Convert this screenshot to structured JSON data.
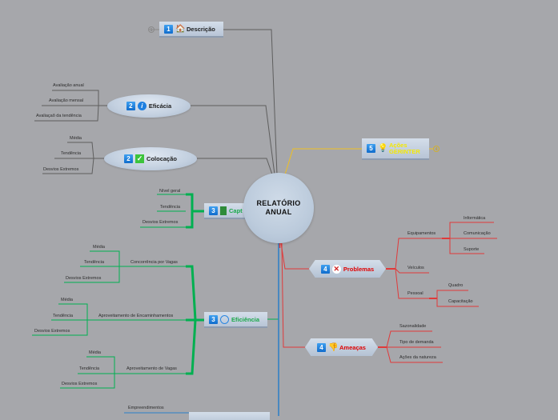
{
  "center": {
    "line1": "RELATÓRIO",
    "line2": "ANUAL"
  },
  "branches": {
    "descricao": {
      "num": "1",
      "icon": "home-icon",
      "label": "Descrição",
      "collapsed_count": "1"
    },
    "eficacia": {
      "num": "2",
      "icon": "info-icon",
      "label": "Eficácia",
      "children": [
        "Avaliação anual",
        "Avaliação mensal",
        "Avaliaçaõ da tendência"
      ]
    },
    "colocacao": {
      "num": "2",
      "icon": "check-icon",
      "label": "Colocação",
      "children": [
        "Média",
        "Tendência",
        "Desvios Extremos"
      ]
    },
    "captacao": {
      "num": "3",
      "icon": "book-icon",
      "label": "Capt",
      "children": [
        "Nível geral",
        "Tendência",
        "Desvios Extremos"
      ]
    },
    "eficiencia": {
      "num": "3",
      "icon": "circle-icon",
      "label": "Eficiência",
      "groups": [
        {
          "label": "Concorrência por Vagas",
          "children": [
            "Média",
            "Tendência",
            "Desvios Extremos"
          ]
        },
        {
          "label": "Aproveitamento de Encaminhamentos",
          "children": [
            "Média",
            "Tendência",
            "Desvios Extremos"
          ]
        },
        {
          "label": "Aproveitamento de Vagas",
          "children": [
            "Média",
            "Tendência",
            "Desvios Extremos"
          ]
        }
      ]
    },
    "acoes": {
      "num": "5",
      "icon": "lightbulb-icon",
      "label_line1": "Ações",
      "label_line2": "GERINTER",
      "collapsed_count": "4"
    },
    "problemas": {
      "num": "4",
      "icon": "x-icon",
      "label": "Problemas",
      "groups": [
        {
          "label": "Equipamentos",
          "children": [
            "Informática",
            "Comunicação",
            "Suporte"
          ]
        },
        {
          "label": "Veículos",
          "children": []
        },
        {
          "label": "Pessoal",
          "children": [
            "Quadro",
            "Capacitação"
          ]
        }
      ]
    },
    "ameacas": {
      "num": "4",
      "icon": "thumbs-down-icon",
      "label": "Ameaças",
      "children": [
        "Sazonalidade",
        "Tipo de demanda",
        "Ações da natureza"
      ]
    },
    "bottom": {
      "children": [
        "Empreendimentos"
      ]
    }
  },
  "colors": {
    "background": "#a6a7ab",
    "gray_branch": "#5e5e5e",
    "green_branch": "#00b050",
    "red_branch": "#e03a3a",
    "yellow_branch": "#f0c020",
    "blue_branch": "#2a7fc8",
    "problemas_text": "#e00000",
    "eficiencia_text": "#1aa84a",
    "acoes_text": "#f5e800"
  }
}
